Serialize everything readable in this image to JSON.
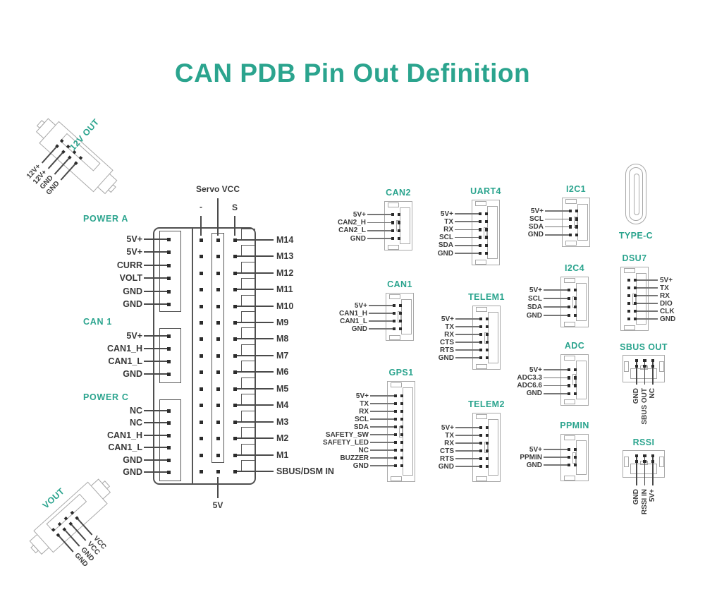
{
  "title": "CAN PDB Pin Out Definition",
  "colors": {
    "accent": "#2BA48E",
    "label_text": "#3C3C3C",
    "pin_black": "#2B2B2B",
    "connector_outline": "#A8A8A8",
    "board_outline": "#4F4F4F",
    "wire_line": "#4A4A4A"
  },
  "board": {
    "servo_vcc": "Servo VCC",
    "minus": "-",
    "s": "S",
    "five_v": "5V",
    "outputs": [
      "M14",
      "M13",
      "M12",
      "M11",
      "M10",
      "M9",
      "M8",
      "M7",
      "M6",
      "M5",
      "M4",
      "M3",
      "M2",
      "M1",
      "SBUS/DSM IN"
    ]
  },
  "left_groups": [
    {
      "title": "POWER A",
      "pins": [
        "5V+",
        "5V+",
        "CURR",
        "VOLT",
        "GND",
        "GND"
      ]
    },
    {
      "title": "CAN 1",
      "pins": [
        "5V+",
        "CAN1_H",
        "CAN1_L",
        "GND"
      ]
    },
    {
      "title": "POWER C",
      "pins": [
        "NC",
        "NC",
        "CAN1_H",
        "CAN1_L",
        "GND",
        "GND"
      ]
    }
  ],
  "corner_connectors": [
    {
      "title": "12V OUT",
      "pins": [
        "12V+",
        "12V+",
        "GND",
        "GND"
      ]
    },
    {
      "title": "VOUT",
      "pins": [
        "VCC",
        "VCC",
        "GND",
        "GND"
      ]
    }
  ],
  "jst_connectors": [
    {
      "title": "CAN2",
      "pins": [
        "5V+",
        "CAN2_H",
        "CAN2_L",
        "GND"
      ]
    },
    {
      "title": "CAN1",
      "pins": [
        "5V+",
        "CAN1_H",
        "CAN1_L",
        "GND"
      ]
    },
    {
      "title": "GPS1",
      "pins": [
        "5V+",
        "TX",
        "RX",
        "SCL",
        "SDA",
        "SAFETY_SW",
        "SAFETY_LED",
        "NC",
        "BUZZER",
        "GND"
      ]
    },
    {
      "title": "UART4",
      "pins": [
        "5V+",
        "TX",
        "RX",
        "SCL",
        "SDA",
        "GND"
      ]
    },
    {
      "title": "TELEM1",
      "pins": [
        "5V+",
        "TX",
        "RX",
        "CTS",
        "RTS",
        "GND"
      ]
    },
    {
      "title": "TELEM2",
      "pins": [
        "5V+",
        "TX",
        "RX",
        "CTS",
        "RTS",
        "GND"
      ]
    },
    {
      "title": "I2C1",
      "pins": [
        "5V+",
        "SCL",
        "SDA",
        "GND"
      ]
    },
    {
      "title": "I2C4",
      "pins": [
        "5V+",
        "SCL",
        "SDA",
        "GND"
      ]
    },
    {
      "title": "ADC",
      "pins": [
        "5V+",
        "ADC3.3",
        "ADC6.6",
        "GND"
      ]
    },
    {
      "title": "PPMIN",
      "pins": [
        "5V+",
        "PPMIN",
        "GND"
      ]
    },
    {
      "title": "DSU7",
      "pins": [
        "5V+",
        "TX",
        "RX",
        "DIO",
        "CLK",
        "GND"
      ]
    }
  ],
  "header_connectors": [
    {
      "title": "SBUS OUT",
      "pins": [
        "GND",
        "SBUS OUT",
        "NC"
      ]
    },
    {
      "title": "RSSI",
      "pins": [
        "GND",
        "RSSI IN",
        "5V+"
      ]
    }
  ],
  "usb": {
    "title": "TYPE-C"
  }
}
